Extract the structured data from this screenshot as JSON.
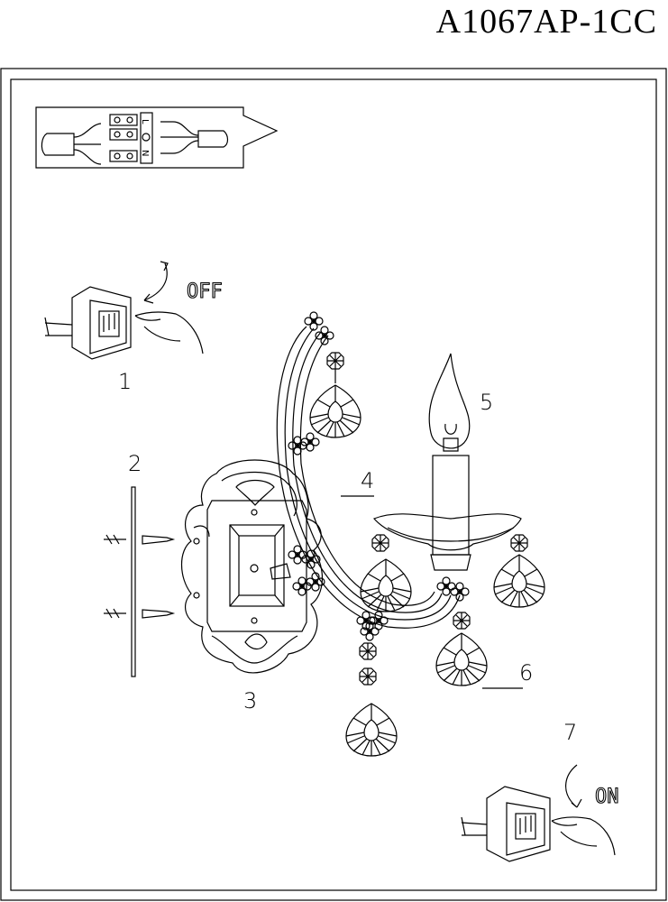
{
  "header": {
    "model": "A1067AP-1CC"
  },
  "wiring": {
    "live": "L",
    "neutral": "N"
  },
  "steps": {
    "off_label": "OFF",
    "on_label": "ON",
    "step1": "1",
    "step2": "2",
    "step3": "3",
    "step4": "4",
    "step5": "5",
    "step6": "6",
    "step7": "7"
  }
}
